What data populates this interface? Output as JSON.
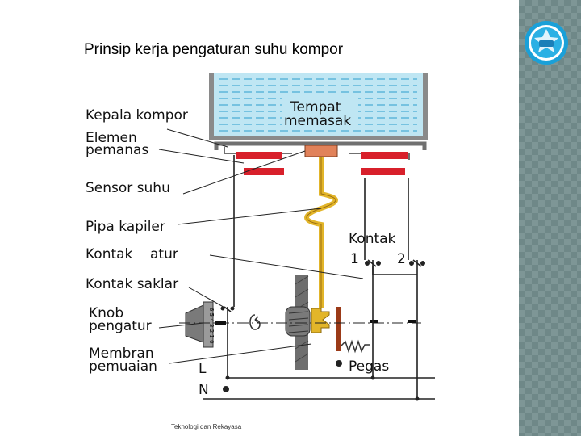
{
  "title": "Prinsip kerja pengaturan suhu kompor",
  "footer": "Teknologi dan Rekayasa",
  "diagram": {
    "vessel_label_line1": "Tempat",
    "vessel_label_line2": "memasak",
    "labels": {
      "kepala_kompor": "Kepala kompor",
      "elemen_line1": "Elemen",
      "elemen_line2": "pemanas",
      "sensor_suhu": "Sensor suhu",
      "pipa_kapiler": "Pipa kapiler",
      "kontak_atur": "Kontak    atur",
      "kontak_saklar": "Kontak saklar",
      "knob_line1": "Knob",
      "knob_line2": "pengatur",
      "membran_line1": "Membran",
      "membran_line2": "pemuaian",
      "kontak_right": "Kontak",
      "kontak_1": "1",
      "kontak_2": "2",
      "pegas": "Pegas",
      "line_L": "L",
      "line_N": "N"
    },
    "knob_scale": "6 5 4 3 2 1 0"
  }
}
